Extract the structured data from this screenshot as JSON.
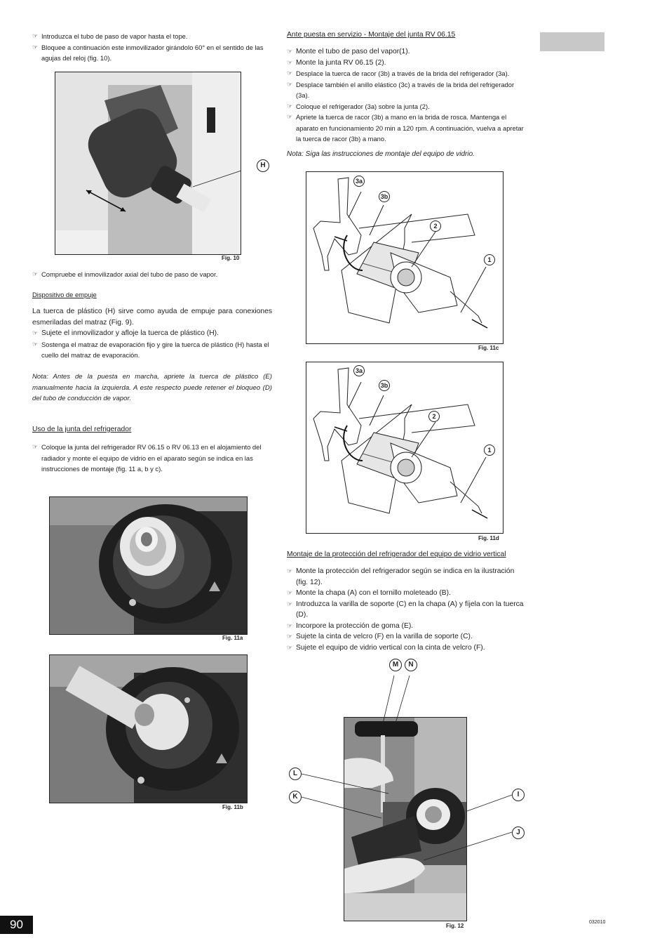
{
  "page_number": "90",
  "doc_code": "032010",
  "bullet_icon": "pointing-hand-icon",
  "left": {
    "intro": [
      "Introduzca el tubo de paso de vapor hasta el tope.",
      "Bloquee a continuación este inmovilizador girándolo 60° en el sentido de las agujas del reloj (fig. 10)."
    ],
    "fig10": {
      "caption": "Fig. 10",
      "label_h": "H"
    },
    "check": "Compruebe el inmovilizador axial del tubo de paso de vapor.",
    "push_heading": "Dispositivo de empuje",
    "push_text": "La tuerca de plástico (H) sirve como ayuda de empuje para conexiones esmeriladas del matraz (Fig. 9).",
    "push_bullets": [
      "Sujete el inmovilizador y afloje la tuerca de plástico (H).",
      "Sostenga el matraz de evaporación fijo y gire la tuerca de plástico (H) hasta el cuello del matraz de evaporación."
    ],
    "note": "Nota: Antes de la puesta en marcha, apriete la tuerca de plástico (E) manualmente hacia la izquierda. A este respecto puede retener el bloqueo (D) del tubo de conducción de vapor.",
    "seal_heading": "Uso de la junta del refrigerador",
    "seal_bullet": "Coloque la junta del refrigerador RV 06.15 o RV 06.13 en el alojamiento del radiador y monte el equipo de vidrio en el aparato según se indica en las instrucciones de montaje (fig. 11 a, b y c).",
    "fig11a_caption": "Fig. 11a",
    "fig11b_caption": "Fig. 11b"
  },
  "right": {
    "heading1": "Ante puesta en servizio - Montaje del junta RV 06.15",
    "bullets1": [
      "Monte el tubo de paso del vapor(1).",
      "Monte la junta RV 06.15 (2).",
      "Desplace la tuerca de racor (3b) a través de la brida del refrigerador (3a).",
      "Desplace también el anillo elástico (3c) a través de la brida del refrigerador (3a).",
      "Coloque el refrigerador (3a) sobre la junta (2).",
      "Apriete la tuerca de racor (3b) a mano en la brida de rosca. Mantenga el aparato en funcionamiento 20 min a 120 rpm. A continuación, vuelva a apretar la tuerca de racor (3b) a mano."
    ],
    "note1": "Nota: Siga las instrucciones de montaje del equipo de vidrio.",
    "fig11c": {
      "caption": "Fig. 11c",
      "labels": [
        "3a",
        "3b",
        "2",
        "1"
      ]
    },
    "fig11d": {
      "caption": "Fig. 11d",
      "labels": [
        "3a",
        "3b",
        "2",
        "1"
      ]
    },
    "heading2": "Montaje de la protección del refrigerador del equipo de vidrio vertical",
    "bullets2": [
      "Monte la protección del refrigerador según se indica en la ilustración (fig. 12).",
      "Monte la chapa (A) con el tornillo moleteado (B).",
      "Introduzca la varilla de soporte (C) en la chapa (A) y fíjela con la tuerca (D).",
      "Incorpore la protección de goma (E).",
      "Sujete la cinta de velcro (F) en la varilla de soporte (C).",
      "Sujete el equipo de vidrio vertical con la cinta de velcro (F)."
    ],
    "fig12": {
      "caption": "Fig. 12",
      "labels": [
        "M",
        "N",
        "L",
        "K",
        "I",
        "J"
      ]
    }
  }
}
